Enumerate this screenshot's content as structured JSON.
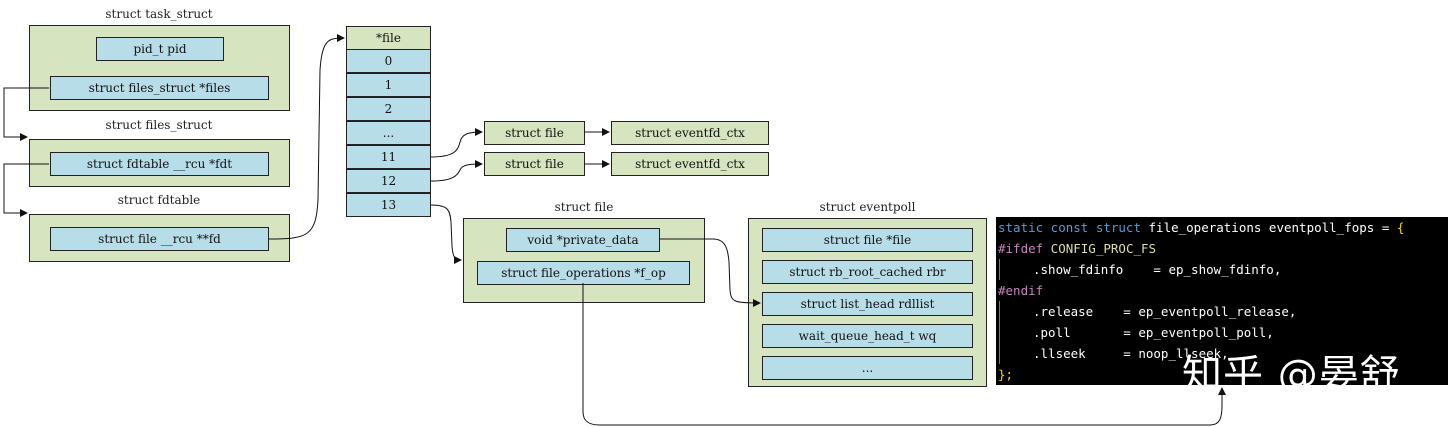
{
  "task_struct": {
    "title": "struct task_struct",
    "pid": "pid_t pid",
    "files": "struct files_struct *files"
  },
  "files_struct": {
    "title": "struct files_struct",
    "fdt": "struct fdtable __rcu *fdt"
  },
  "fdtable": {
    "title": "struct fdtable",
    "fd": "struct file __rcu **fd"
  },
  "fd_array": {
    "header": "*file",
    "cells": [
      "0",
      "1",
      "2",
      "...",
      "11",
      "12",
      "13"
    ]
  },
  "eventfd_rows": [
    {
      "file": "struct file",
      "ctx": "struct eventfd_ctx"
    },
    {
      "file": "struct file",
      "ctx": "struct eventfd_ctx"
    }
  ],
  "epoll_file": {
    "title": "struct file",
    "private_data": "void *private_data",
    "f_op": "struct file_operations *f_op"
  },
  "eventpoll": {
    "title": "struct eventpoll",
    "fields": [
      "struct file *file",
      "struct rb_root_cached rbr",
      "struct list_head rdllist",
      "wait_queue_head_t wq",
      "..."
    ]
  },
  "code": {
    "l1_kw1": "static const struct",
    "l1_rest": " file_operations eventpoll_fops = ",
    "l1_brace": "{",
    "l2_pp": "#ifdef",
    "l2_rest": " CONFIG_PROC_FS",
    "l3": ".show_fdinfo    = ep_show_fdinfo,",
    "l4_pp": "#endif",
    "l5": ".release    = ep_eventpoll_release,",
    "l6": ".poll       = ep_eventpoll_poll,",
    "l7": ".llseek     = noop_llseek,",
    "l8": "};"
  },
  "watermark": "知乎 @晏舒"
}
